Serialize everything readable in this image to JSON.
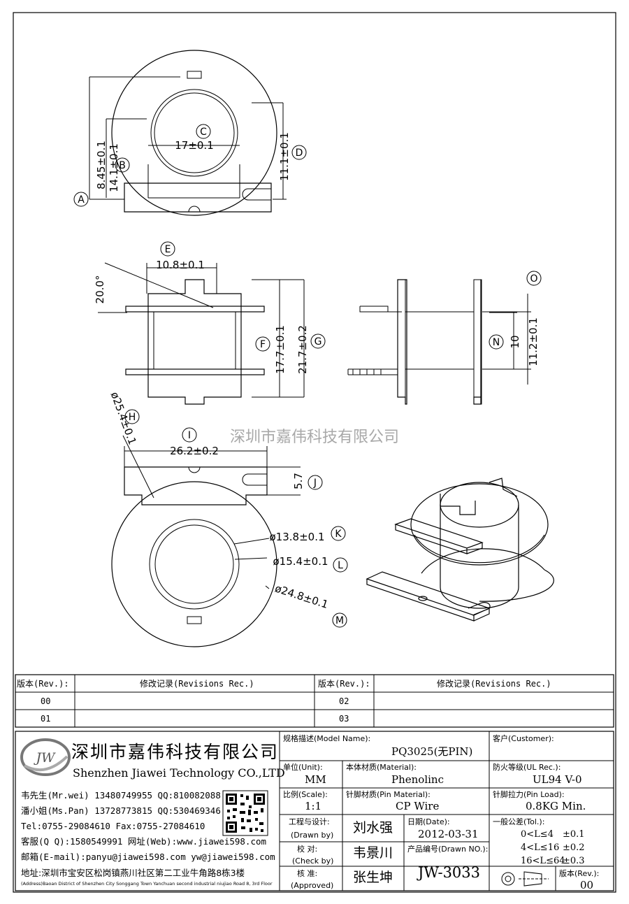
{
  "watermark": "深圳市嘉伟科技有限公司",
  "drawing": {
    "dimensions": {
      "a": "8.45±0.1",
      "b": "14.1±0.1",
      "c": "17±0.1",
      "d": "11.1±0.1",
      "e": "10.8±0.1",
      "angle": "20.0°",
      "f": "17.7±0.1",
      "g": "21.7±0.2",
      "n": "10",
      "o": "11.2±0.1",
      "h": "ø25.4±0.1",
      "i": "26.2±0.2",
      "j": "5.7",
      "k": "ø13.8±0.1",
      "l": "ø15.4±0.1",
      "m": "ø24.8±0.1"
    },
    "callouts": [
      "A",
      "B",
      "C",
      "D",
      "E",
      "F",
      "G",
      "H",
      "I",
      "J",
      "K",
      "L",
      "M",
      "N",
      "O"
    ]
  },
  "revisions": {
    "header_rev": "版本(Rev.):",
    "header_rec": "修改记录(Revisions Rec.)",
    "left_rows": [
      "00",
      "01"
    ],
    "right_rows": [
      "02",
      "03"
    ]
  },
  "company": {
    "logo": "JW",
    "name_cn": "深圳市嘉伟科技有限公司",
    "name_en": "Shenzhen Jiawei Technology CO.,LTD",
    "contacts": [
      "韦先生(Mr.wei) 13480749955 QQ:810082088",
      "潘小姐(Ms.Pan) 13728773815 QQ:530469346",
      "Tel:0755-29084610      Fax:0755-27084610",
      "客服(Q Q):1580549991   网址(Web):www.jiawei598.com",
      "邮箱(E-mail):panyu@jiawei598.com  yw@jiawei598.com"
    ],
    "address_cn": "地址:深圳市宝安区松岗镇燕川社区第二工业牛角路8栋3楼",
    "address_en": "(Address)Baoan District of Shenzhen City Songgang Town Yanchuan  second industrial niujiao Road 8, 3rd Floor"
  },
  "title_block": {
    "model_label": "规格描述(Model Name):",
    "model_value": "PQ3025(无PIN)",
    "customer_label": "客户(Customer):",
    "unit_label": "单位(Unit):",
    "unit_value": "MM",
    "material_label": "本体材质(Material):",
    "material_value": "Phenolinc",
    "ul_label": "防火等级(UL Rec.):",
    "ul_value": "UL94 V-0",
    "scale_label": "比例(Scale):",
    "scale_value": "1:1",
    "pin_material_label": "针脚材质(Pin Material):",
    "pin_material_value": "CP Wire",
    "pin_load_label": "针脚拉力(Pin Load):",
    "pin_load_value": "0.8KG Min.",
    "drawn_label": "工程与设计:",
    "drawn_label_en": "(Drawn by)",
    "drawn_value": "刘水强",
    "date_label": "日期(Date):",
    "date_value": "2012-03-31",
    "tol_label": "一般公差(Tol.):",
    "tol_rows": [
      {
        "range": "0<L≤4",
        "tol": "±0.1"
      },
      {
        "range": "4<L≤16",
        "tol": "±0.2"
      },
      {
        "range": "16<L≤64",
        "tol": "±0.3"
      }
    ],
    "check_label": "校  对:",
    "check_label_en": "(Check by)",
    "check_value": "韦景川",
    "drawing_no_label": "产品编号(Drawn NO.):",
    "drawing_no_value": "JW-3033",
    "approved_label": "核  准:",
    "approved_label_en": "(Approved)",
    "approved_value": "张生坤",
    "rev_label": "版本(Rev.):",
    "rev_value": "00"
  }
}
